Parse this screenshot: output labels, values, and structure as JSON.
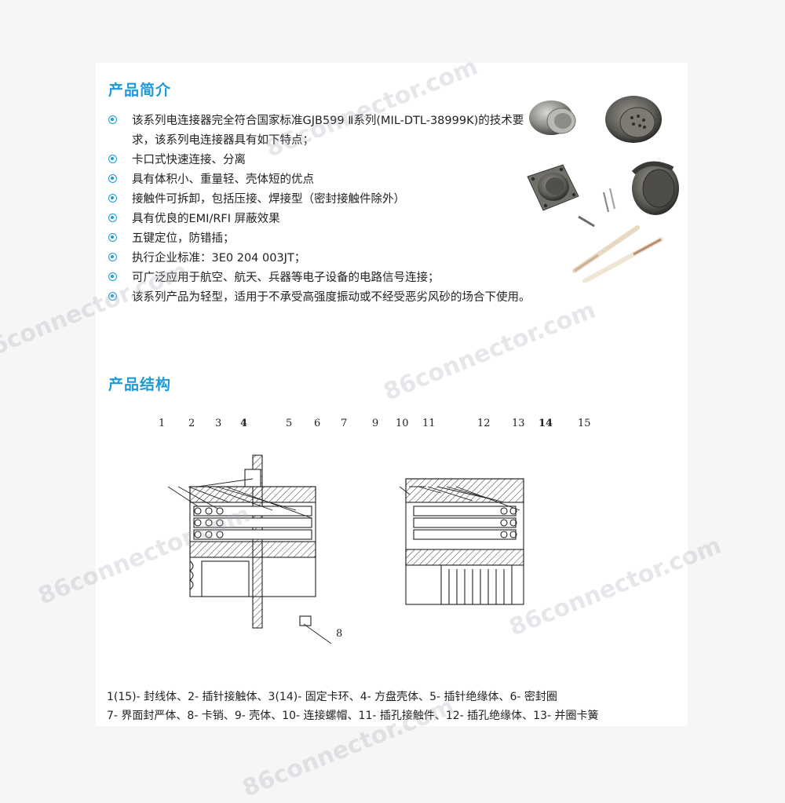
{
  "intro": {
    "heading": "产品简介",
    "bullets": [
      "该系列电连接器完全符合国家标准GJB599 Ⅱ系列(MIL-DTL-38999K)的技术要求，该系列电连接器具有如下特点；",
      "卡口式快速连接、分离",
      "具有体积小、重量轻、壳体短的优点",
      "接触件可拆卸，包括压接、焊接型（密封接触件除外）",
      "具有优良的EMI/RFI 屏蔽效果",
      "五键定位，防错插；",
      "执行企业标准：3E0 204 003JT；",
      "可广泛应用于航空、航天、兵器等电子设备的电路信号连接；",
      "该系列产品为轻型，适用于不承受高强度振动或不经受恶劣风砂的场合下使用。"
    ]
  },
  "structure": {
    "heading": "产品结构",
    "callouts_left": [
      "1",
      "2",
      "3",
      "4",
      "5",
      "6",
      "7"
    ],
    "callout_bottom": "8",
    "callouts_right": [
      "9",
      "10",
      "11",
      "12",
      "13",
      "14",
      "15"
    ],
    "legend_line1": "1(15)- 封线体、2- 插针接触体、3(14)- 固定卡环、4- 方盘壳体、5- 插针绝缘体、6- 密封圈",
    "legend_line2": "7- 界面封严体、8- 卡销、9- 壳体、10- 连接螺帽、11- 插孔接触件、12- 插孔绝缘体、13- 并圈卡簧"
  },
  "watermark": "86connector.com"
}
